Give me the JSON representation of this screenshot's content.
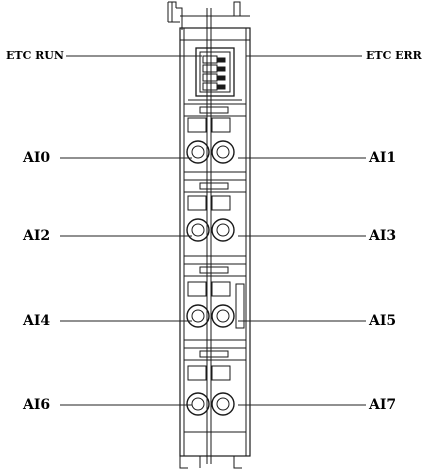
{
  "labels": {
    "etc_run": "ETC RUN",
    "etc_err": "ETC ERR",
    "ai0": "AI0",
    "ai1": "AI1",
    "ai2": "AI2",
    "ai3": "AI3",
    "ai4": "AI4",
    "ai5": "AI5",
    "ai6": "AI6",
    "ai7": "AI7"
  },
  "colors": {
    "stroke": "#1a1a1a",
    "text": "#000000",
    "background": "#ffffff"
  }
}
